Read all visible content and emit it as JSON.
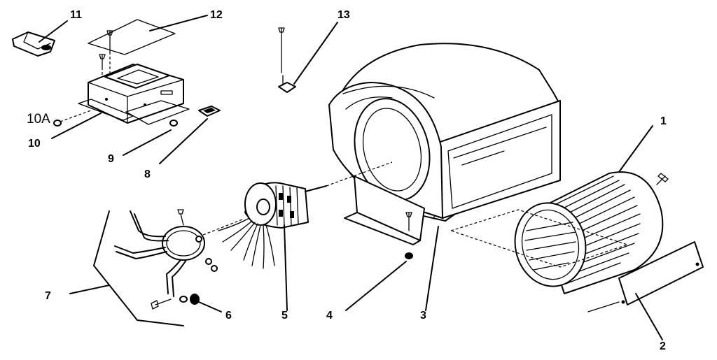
{
  "callouts": {
    "c1": "1",
    "c2": "2",
    "c3": "3",
    "c4": "4",
    "c5": "5",
    "c6": "6",
    "c7": "7",
    "c8": "8",
    "c9": "9",
    "c10": "10",
    "c10a": "10A",
    "c11": "11",
    "c12": "12",
    "c13": "13"
  }
}
